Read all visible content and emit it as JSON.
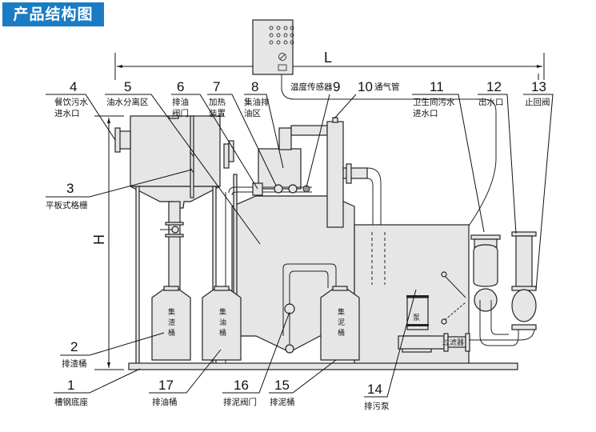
{
  "title": "产品结构图",
  "dimensions": {
    "length_label": "L",
    "height_label": "H"
  },
  "callouts": [
    {
      "num": "1",
      "label": "槽钢底座"
    },
    {
      "num": "2",
      "label": "排渣桶"
    },
    {
      "num": "3",
      "label": "平板式格栅"
    },
    {
      "num": "4",
      "label_line1": "餐饮污水",
      "label_line2": "进水口"
    },
    {
      "num": "5",
      "label": "油水分离区"
    },
    {
      "num": "6",
      "label_line1": "排油",
      "label_line2": "阀门"
    },
    {
      "num": "7",
      "label_line1": "加热",
      "label_line2": "装置"
    },
    {
      "num": "8",
      "label_line1": "集油排",
      "label_line2": "油区"
    },
    {
      "num": "9",
      "label": "温度传感器"
    },
    {
      "num": "10",
      "label": "通气管"
    },
    {
      "num": "11",
      "label_line1": "卫生间污水",
      "label_line2": "进水口"
    },
    {
      "num": "12",
      "label": "出水口"
    },
    {
      "num": "13",
      "label": "止回阀"
    },
    {
      "num": "14",
      "label": "排污泵"
    },
    {
      "num": "15",
      "label": "排泥桶"
    },
    {
      "num": "16",
      "label": "排泥阀门"
    },
    {
      "num": "17",
      "label": "排油桶"
    }
  ],
  "vessel_labels": {
    "slag_bucket": [
      "集",
      "渣",
      "桶"
    ],
    "oil_bucket": [
      "集",
      "油",
      "桶"
    ],
    "mud_bucket": [
      "集",
      "泥",
      "桶"
    ],
    "pump": "泵",
    "filter": "过滤器"
  }
}
